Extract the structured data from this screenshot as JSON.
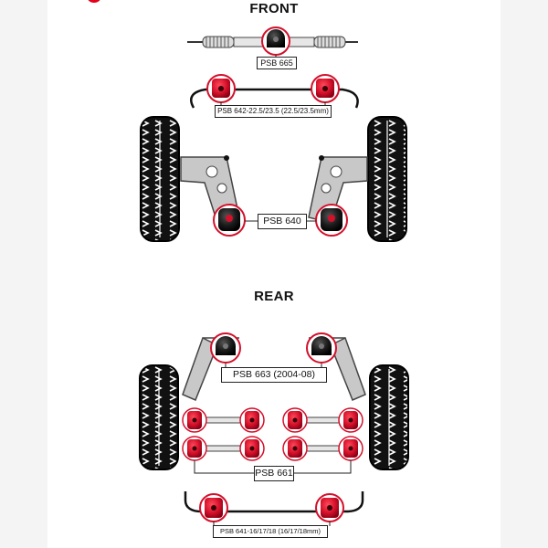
{
  "sections": {
    "front": "FRONT",
    "rear": "REAR"
  },
  "labels": {
    "psb665": "PSB 665",
    "psb642": "PSB 642-22.5/23.5 (22.5/23.5mm)",
    "psb640": "PSB 640",
    "psb663": "PSB 663 (2004-08)",
    "psb661": "PSB 661",
    "psb641": "PSB 641-16/17/18 (16/17/18mm)"
  },
  "colors": {
    "bush_red": "#d4102a",
    "bush_black": "#1a1a1a",
    "arm_grey": "#c8c8c8",
    "tyre": "#111111",
    "brand_accent": "#e3001b"
  }
}
